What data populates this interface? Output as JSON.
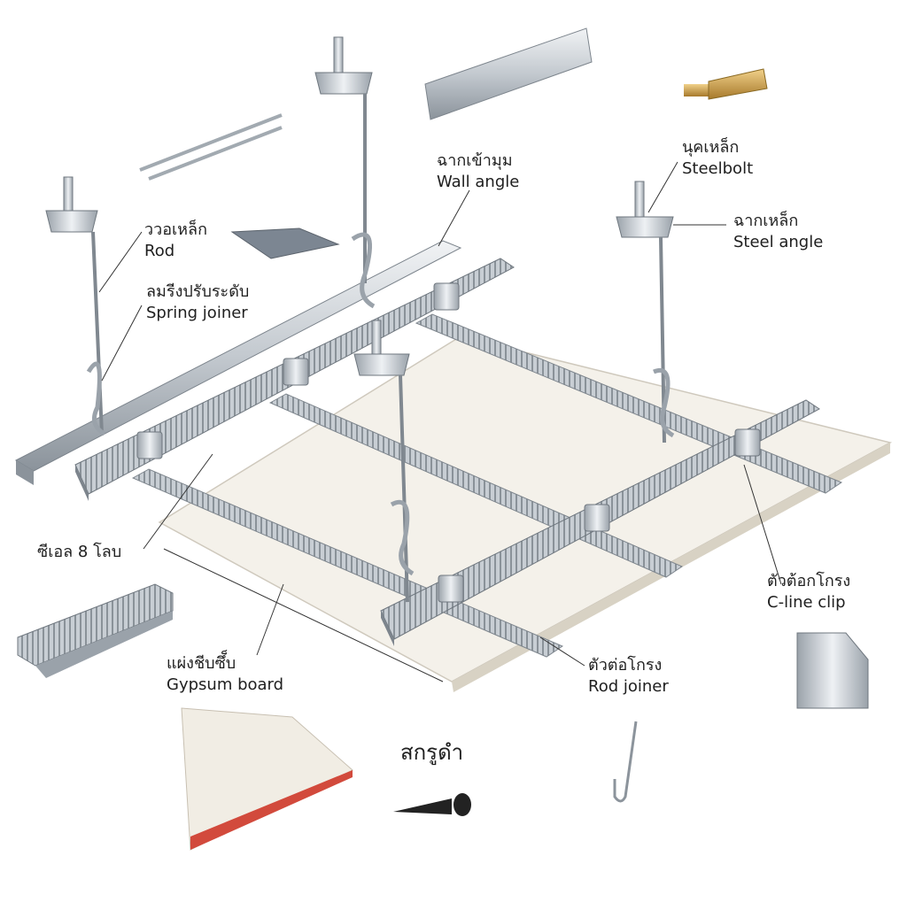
{
  "labels": {
    "wall_angle": {
      "th": "ฉากเข้ามุม",
      "en": "Wall angle"
    },
    "steelbolt": {
      "th": "นุคเหล็ก",
      "en": "Steelbolt"
    },
    "steel_angle": {
      "th": "ฉากเหล็ก",
      "en": "Steel angle"
    },
    "rod": {
      "th": "ววอเหล็ก",
      "en": "Rod"
    },
    "spring_joiner": {
      "th": "ลมรีงปรับระดับ",
      "en": "Spring joiner"
    },
    "c_line": {
      "th": "ซีเอล 8 โลบ"
    },
    "c_line_clip": {
      "th": "ตัวต้อกโกรง",
      "en": "C-line clip"
    },
    "gypsum_board": {
      "th": "แผ่งชีบซึ็บ",
      "en": "Gypsum board"
    },
    "rod_joiner": {
      "th": "ตัวต่อโกรง",
      "en": "Rod joiner"
    },
    "screw": {
      "th": "สกรูดำ"
    }
  },
  "colors": {
    "steel_light": "#e4e8ec",
    "steel_mid": "#b9c0c7",
    "steel_dark": "#7d858d",
    "board": "#f3efe8",
    "brass": "#c9a04a",
    "leader": "#333333"
  },
  "icons": [
    "rod-pieces",
    "wall-angle-piece",
    "anchor-bolt",
    "spring-joiner-piece",
    "c-line-piece",
    "c-line-clip-piece",
    "gypsum-board-piece",
    "black-screw",
    "hook-wire"
  ]
}
